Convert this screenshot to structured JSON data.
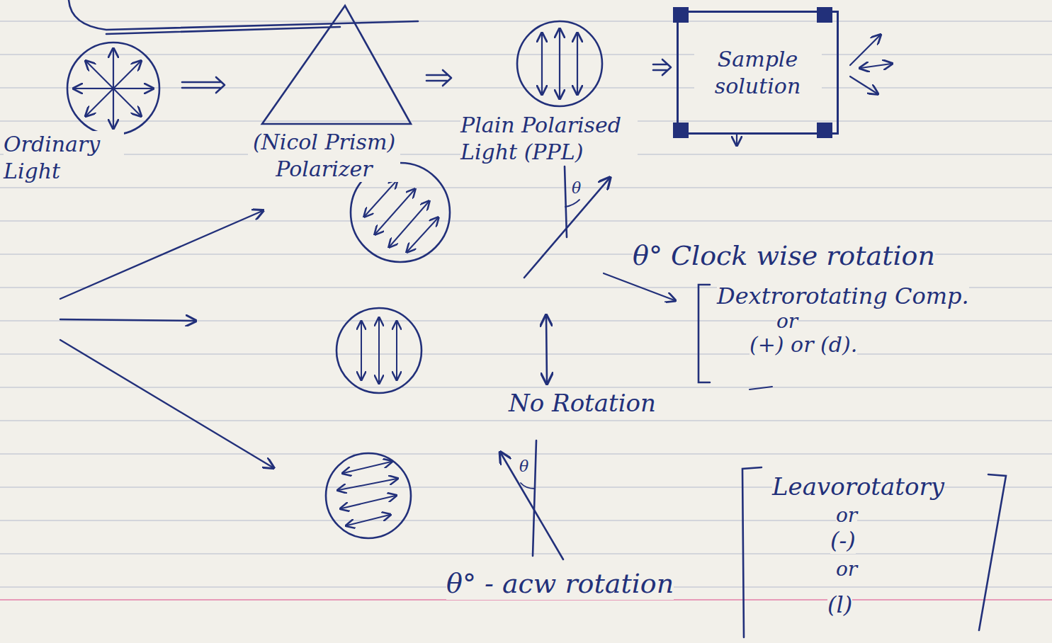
{
  "diagram": {
    "nodes": [
      {
        "text": [
          "Ordinary Light"
        ]
      },
      {
        "text": [
          "(Nicol Prism) Polarizer"
        ]
      },
      {
        "text": [
          "Plain Polarised Light (PPL)"
        ]
      },
      {
        "text": [
          "Sample solution"
        ]
      }
    ],
    "edges": [
      {
        "from": 0,
        "to": 1,
        "arrow": "to"
      },
      {
        "from": 1,
        "to": 2,
        "arrow": "to"
      },
      {
        "from": 2,
        "to": 3,
        "arrow": "to"
      }
    ],
    "labels": [
      "θ",
      "θ° Clock wise rotation",
      "Dextrorotating Comp.",
      "or",
      "(+) or (d).",
      "No Rotation",
      "θ",
      "θ° - acw rotation",
      "Leavorotatory",
      "or",
      "(-)",
      "or",
      "(l)"
    ]
  }
}
